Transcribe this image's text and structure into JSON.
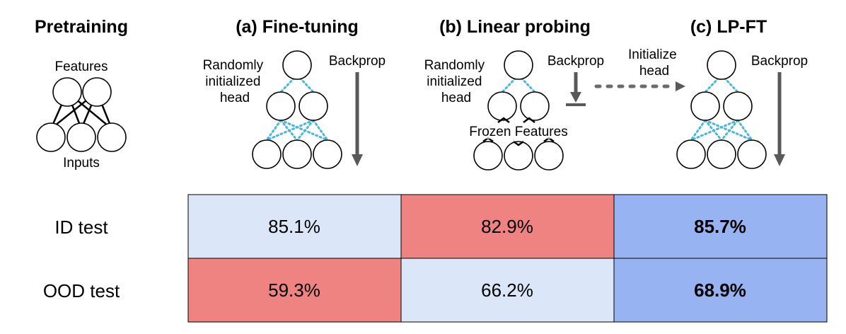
{
  "headings": {
    "pretraining": "Pretraining",
    "fine_tuning": "(a) Fine-tuning",
    "linear_probing": "(b) Linear probing",
    "lp_ft": "(c) LP-FT"
  },
  "labels": {
    "features": "Features",
    "inputs": "Inputs",
    "randomly_initialized_head_a": [
      "Randomly",
      "initialized",
      "head"
    ],
    "randomly_initialized_head_b": [
      "Randomly",
      "initialized",
      "head"
    ],
    "backprop_a": "Backprop",
    "backprop_b": "Backprop",
    "backprop_c": "Backprop",
    "frozen_features": "Frozen Features",
    "initialize_head": [
      "Initialize",
      "head"
    ]
  },
  "table": {
    "rows": [
      {
        "label": "ID test",
        "values": [
          "85.1%",
          "82.9%",
          "85.7%"
        ],
        "bold": [
          false,
          false,
          true
        ]
      },
      {
        "label": "OOD test",
        "values": [
          "59.3%",
          "66.2%",
          "68.9%"
        ],
        "bold": [
          false,
          false,
          true
        ]
      }
    ],
    "cell_colors": [
      [
        "#dbe6f8",
        "#ee8381",
        "#97b3f1"
      ],
      [
        "#ee8381",
        "#dbe6f8",
        "#97b3f1"
      ]
    ]
  },
  "colors": {
    "dotted_connection": "#4ab6dc",
    "arrow": "#595959"
  }
}
